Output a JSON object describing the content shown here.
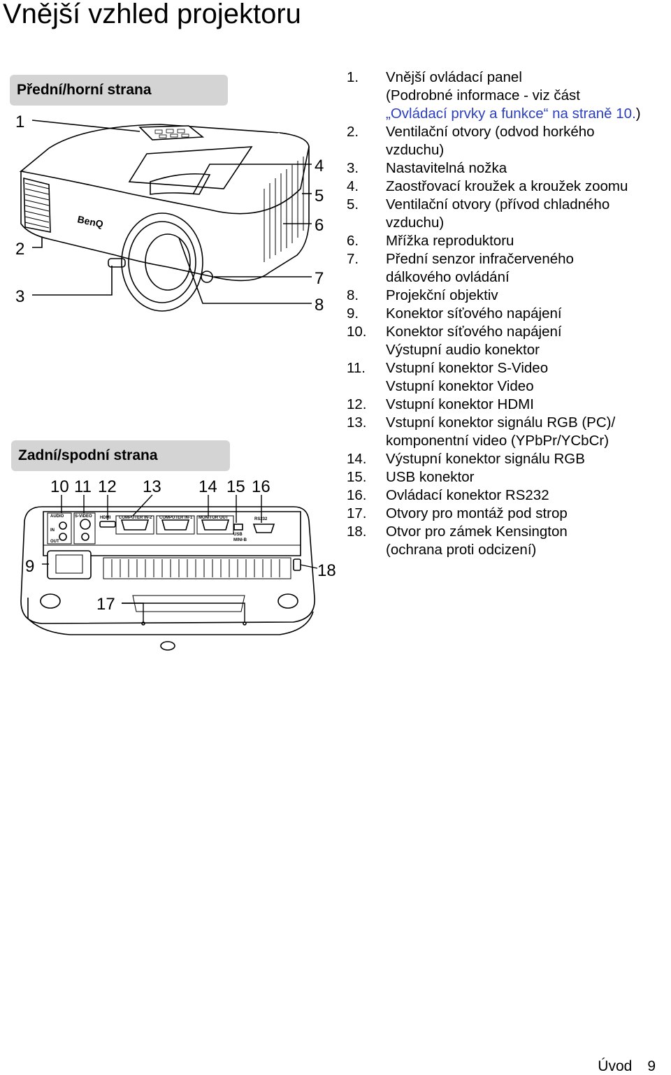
{
  "page_title": "Vnější vzhled projektoru",
  "sections": {
    "front": "Přední/horní strana",
    "back": "Zadní/spodní strana"
  },
  "front_callouts": [
    "1",
    "2",
    "3",
    "4",
    "5",
    "6",
    "7",
    "8"
  ],
  "back_callouts": [
    "9",
    "10",
    "11",
    "12",
    "13",
    "14",
    "15",
    "16",
    "17",
    "18"
  ],
  "brand_logo": "BenQ",
  "port_labels": {
    "audio": "AUDIO",
    "in": "IN",
    "out": "OUT",
    "svideo": "S-VIDEO",
    "hdmi": "HDMI",
    "computer2": "COMPUTER IN-2",
    "computer1": "COMPUTER IN-1",
    "monitor": "MONITOR OUT",
    "usb": "USB",
    "mini_b": "MINI-B",
    "rs232": "RS232"
  },
  "items": [
    {
      "num": "1.",
      "lines": [
        "Vnější ovládací panel",
        "(Podrobné informace - viz část"
      ],
      "link": "„Ovládací prvky a funkce“ na straně 10.",
      "link_suffix": ")"
    },
    {
      "num": "2.",
      "lines": [
        "Ventilační otvory (odvod horkého",
        "vzduchu)"
      ]
    },
    {
      "num": "3.",
      "lines": [
        "Nastavitelná nožka"
      ]
    },
    {
      "num": "4.",
      "lines": [
        "Zaostřovací kroužek a kroužek zoomu"
      ]
    },
    {
      "num": "5.",
      "lines": [
        "Ventilační otvory (přívod chladného",
        "vzduchu)"
      ]
    },
    {
      "num": "6.",
      "lines": [
        "Mřížka reproduktoru"
      ]
    },
    {
      "num": "7.",
      "lines": [
        "Přední senzor infračerveného",
        "dálkového ovládání"
      ]
    },
    {
      "num": "8.",
      "lines": [
        "Projekční objektiv"
      ]
    },
    {
      "num": "9.",
      "lines": [
        "Konektor síťového napájení"
      ]
    },
    {
      "num": "10.",
      "lines": [
        "Konektor síťového napájení",
        "Výstupní audio konektor"
      ]
    },
    {
      "num": "11.",
      "lines": [
        "Vstupní konektor S-Video",
        "Vstupní konektor Video"
      ]
    },
    {
      "num": "12.",
      "lines": [
        "Vstupní konektor HDMI"
      ]
    },
    {
      "num": "13.",
      "lines": [
        "Vstupní konektor signálu RGB (PC)/",
        "komponentní video (YPbPr/YCbCr)"
      ]
    },
    {
      "num": "14.",
      "lines": [
        "Výstupní konektor signálu RGB"
      ]
    },
    {
      "num": "15.",
      "lines": [
        "USB konektor"
      ]
    },
    {
      "num": "16.",
      "lines": [
        "Ovládací konektor RS232"
      ]
    },
    {
      "num": "17.",
      "lines": [
        "Otvory pro montáž pod strop"
      ]
    },
    {
      "num": "18.",
      "lines": [
        "Otvor pro zámek Kensington",
        "(ochrana proti odcizení)"
      ]
    }
  ],
  "footer": {
    "section": "Úvod",
    "page": "9"
  }
}
